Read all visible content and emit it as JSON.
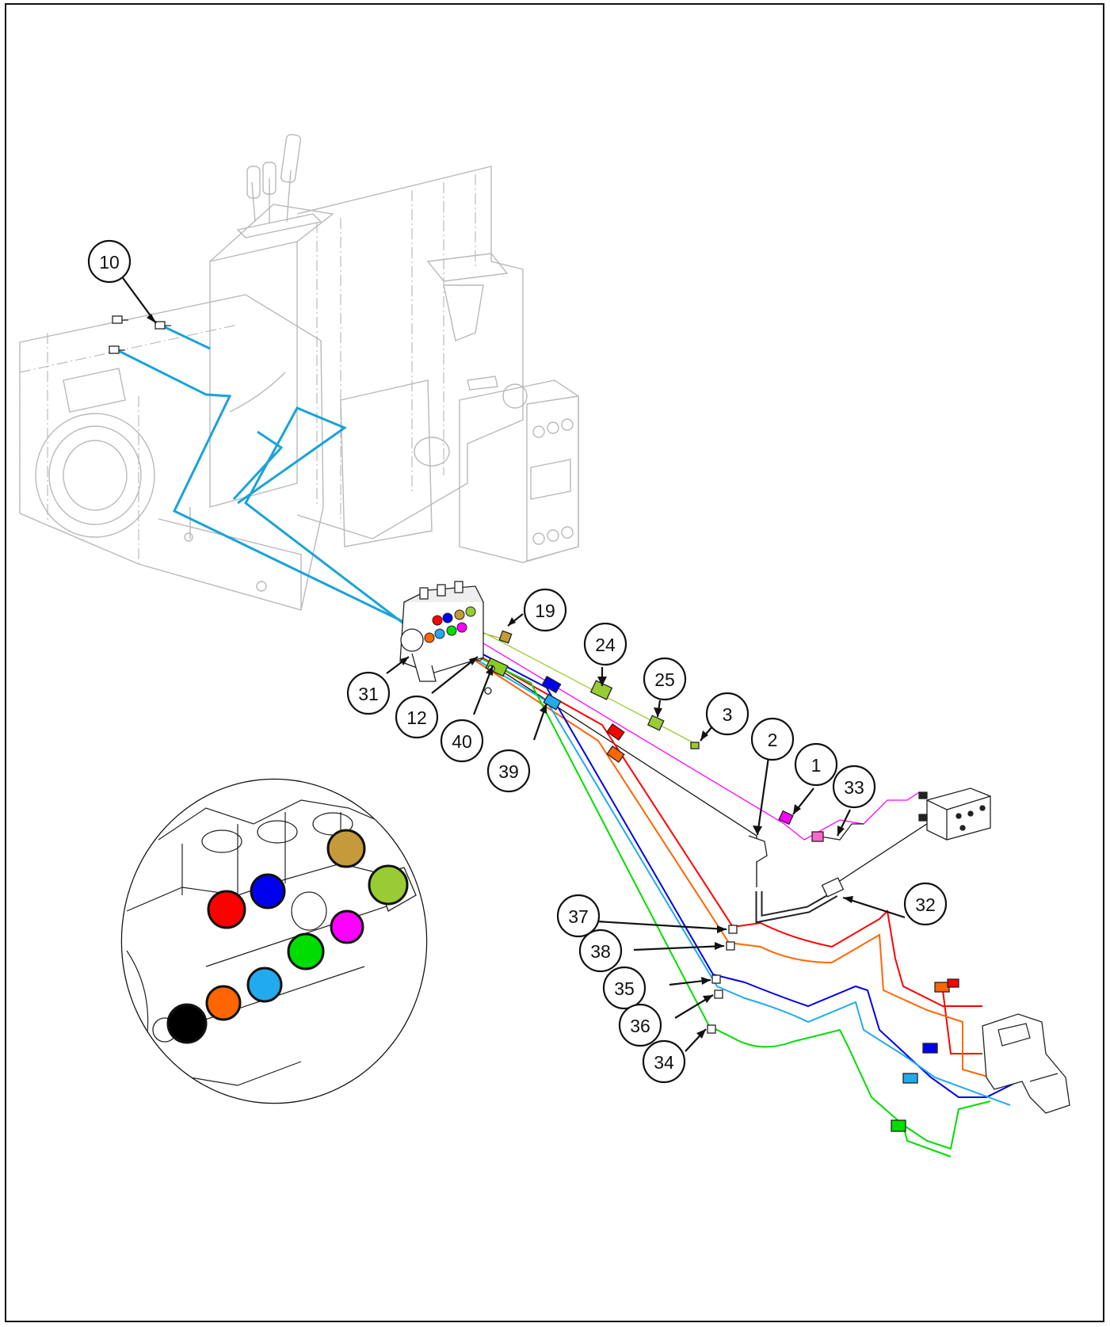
{
  "callouts": [
    {
      "id": "10",
      "label": "10"
    },
    {
      "id": "19",
      "label": "19"
    },
    {
      "id": "24",
      "label": "24"
    },
    {
      "id": "25",
      "label": "25"
    },
    {
      "id": "3",
      "label": "3"
    },
    {
      "id": "2",
      "label": "2"
    },
    {
      "id": "1",
      "label": "1"
    },
    {
      "id": "33",
      "label": "33"
    },
    {
      "id": "31",
      "label": "31"
    },
    {
      "id": "12",
      "label": "12"
    },
    {
      "id": "40",
      "label": "40"
    },
    {
      "id": "39",
      "label": "39"
    },
    {
      "id": "32",
      "label": "32"
    },
    {
      "id": "37",
      "label": "37"
    },
    {
      "id": "38",
      "label": "38"
    },
    {
      "id": "35",
      "label": "35"
    },
    {
      "id": "36",
      "label": "36"
    },
    {
      "id": "34",
      "label": "34"
    }
  ],
  "port_colors": {
    "red": "#ff0000",
    "blue": "#0000ee",
    "tan": "#c49a3a",
    "yellow_green": "#99cc33",
    "magenta": "#ff00ff",
    "green": "#00dd00",
    "cyan": "#22aaee",
    "orange": "#ff6600",
    "black": "#000000",
    "line_blue": "#1aa3d9",
    "light_green": "#88cc22",
    "pink": "#ff66cc"
  }
}
